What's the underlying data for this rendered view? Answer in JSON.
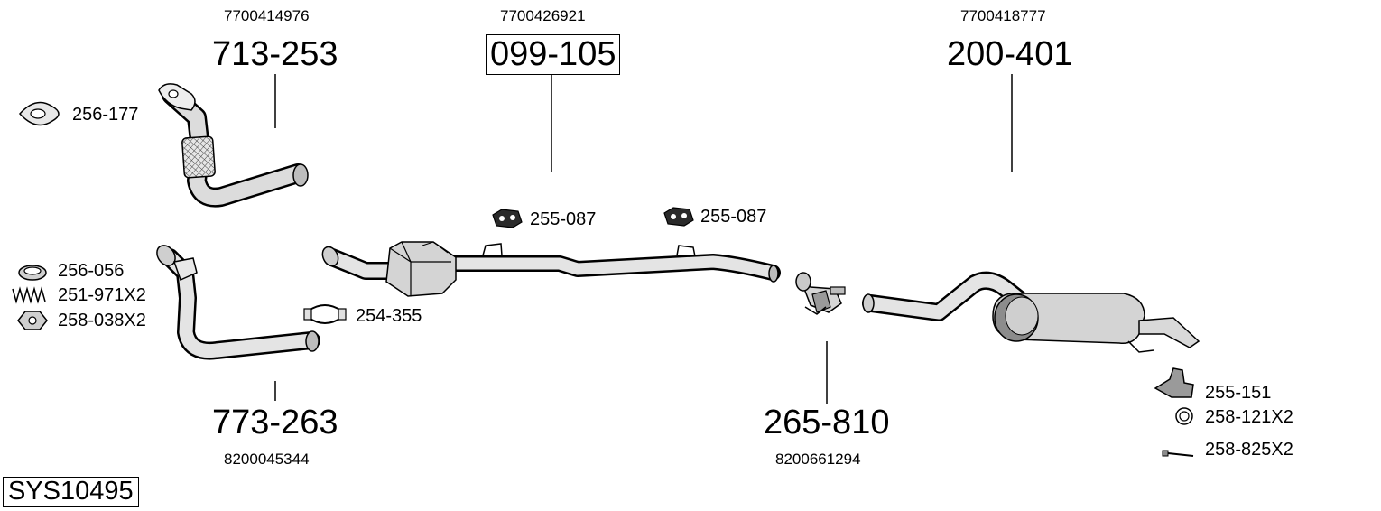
{
  "diagram": {
    "system_code": "SYS10495",
    "colors": {
      "line": "#000000",
      "part_fill": "#d9d9d9",
      "part_shade": "#8c8c8c",
      "background": "#ffffff"
    },
    "main_parts": [
      {
        "id": "front_pipe_upper",
        "part_number": "713-253",
        "oem_number": "7700414976",
        "icon": "front-pipe-flexi-icon"
      },
      {
        "id": "catalyst_center",
        "part_number": "099-105",
        "oem_number": "7700426921",
        "icon": "catalytic-converter-pipe-icon",
        "boxed": true
      },
      {
        "id": "rear_silencer",
        "part_number": "200-401",
        "oem_number": "7700418777",
        "icon": "rear-silencer-icon"
      },
      {
        "id": "front_pipe_lower",
        "part_number": "773-263",
        "oem_number": "8200045344",
        "icon": "front-pipe-icon"
      },
      {
        "id": "connector",
        "part_number": "265-810",
        "oem_number": "8200661294",
        "icon": "pipe-connector-clamp-icon"
      }
    ],
    "accessories": [
      {
        "id": "gasket_flange",
        "part_number": "256-177",
        "icon": "flange-gasket-icon"
      },
      {
        "id": "ring_gasket",
        "part_number": "256-056",
        "icon": "ring-gasket-icon"
      },
      {
        "id": "spring",
        "part_number": "251-971X2",
        "icon": "spring-icon"
      },
      {
        "id": "nut",
        "part_number": "258-038X2",
        "icon": "hex-nut-icon"
      },
      {
        "id": "clamp",
        "part_number": "254-355",
        "icon": "clamp-icon"
      },
      {
        "id": "rubber_mount_1",
        "part_number": "255-087",
        "icon": "rubber-mount-icon"
      },
      {
        "id": "rubber_mount_2",
        "part_number": "255-087",
        "icon": "rubber-mount-icon"
      },
      {
        "id": "bracket",
        "part_number": "255-151",
        "icon": "bracket-icon"
      },
      {
        "id": "washer",
        "part_number": "258-121X2",
        "icon": "washer-icon"
      },
      {
        "id": "bolt",
        "part_number": "258-825X2",
        "icon": "bolt-icon"
      }
    ]
  }
}
